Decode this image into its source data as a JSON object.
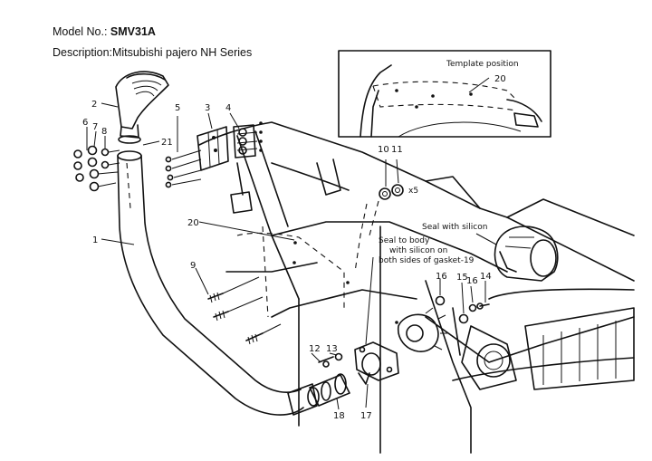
{
  "header": {
    "model_label": "Model No.: ",
    "model_value": "SMV31A",
    "description": "Description:Mitsubishi pajero NH Series"
  },
  "inset": {
    "caption": "Template position",
    "part": "20"
  },
  "notes": {
    "seal_silicon": "Seal with silicon",
    "seal_body_1": "Seal to body",
    "seal_body_2": "with silicon on",
    "seal_body_3": "both sides of gasket-19",
    "qty_x5": "x5"
  },
  "parts": [
    "1",
    "2",
    "3",
    "4",
    "5",
    "6",
    "7",
    "8",
    "9",
    "10",
    "11",
    "12",
    "13",
    "14",
    "15",
    "16",
    "16",
    "17",
    "18",
    "20",
    "21"
  ]
}
